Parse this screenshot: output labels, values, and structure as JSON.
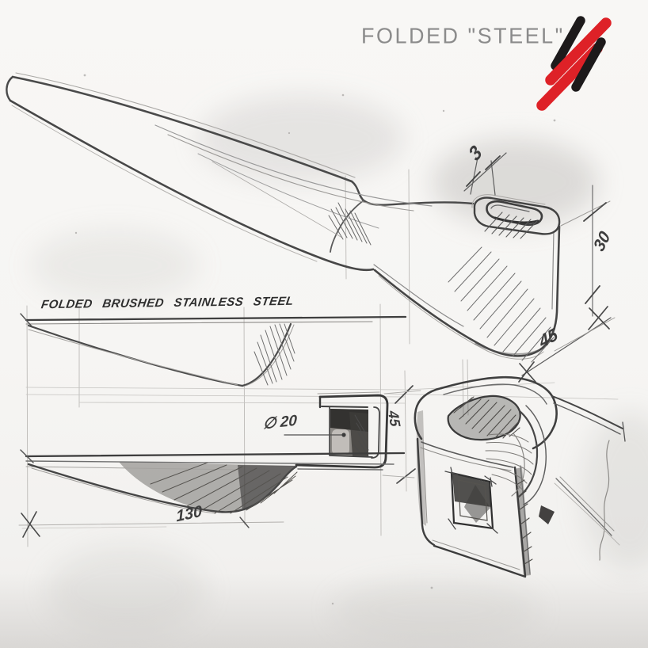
{
  "header": {
    "title": "FOLDED \"STEEL\""
  },
  "logo": {
    "stripe_colors": [
      "#1d1a1b",
      "#de2127",
      "#de2127",
      "#1d1a1b"
    ],
    "red": "#de2127",
    "black": "#1d1a1b"
  },
  "annotation": {
    "material_note": "FOLDED BRUSHED STAINLESS STEEL"
  },
  "dimensions": {
    "sheet_thickness": "3",
    "fold_height": "30",
    "fold_width": "45",
    "hole_diameter": "∅ 20",
    "side_fold_height": "45",
    "blade_length": "130"
  },
  "palette": {
    "paper": "#f6f5f3",
    "pencil_dark": "#3c3c3c",
    "pencil_mid": "#6f6f6f",
    "pencil_light": "#aba9a6",
    "title_gray": "#8b8b8b"
  }
}
